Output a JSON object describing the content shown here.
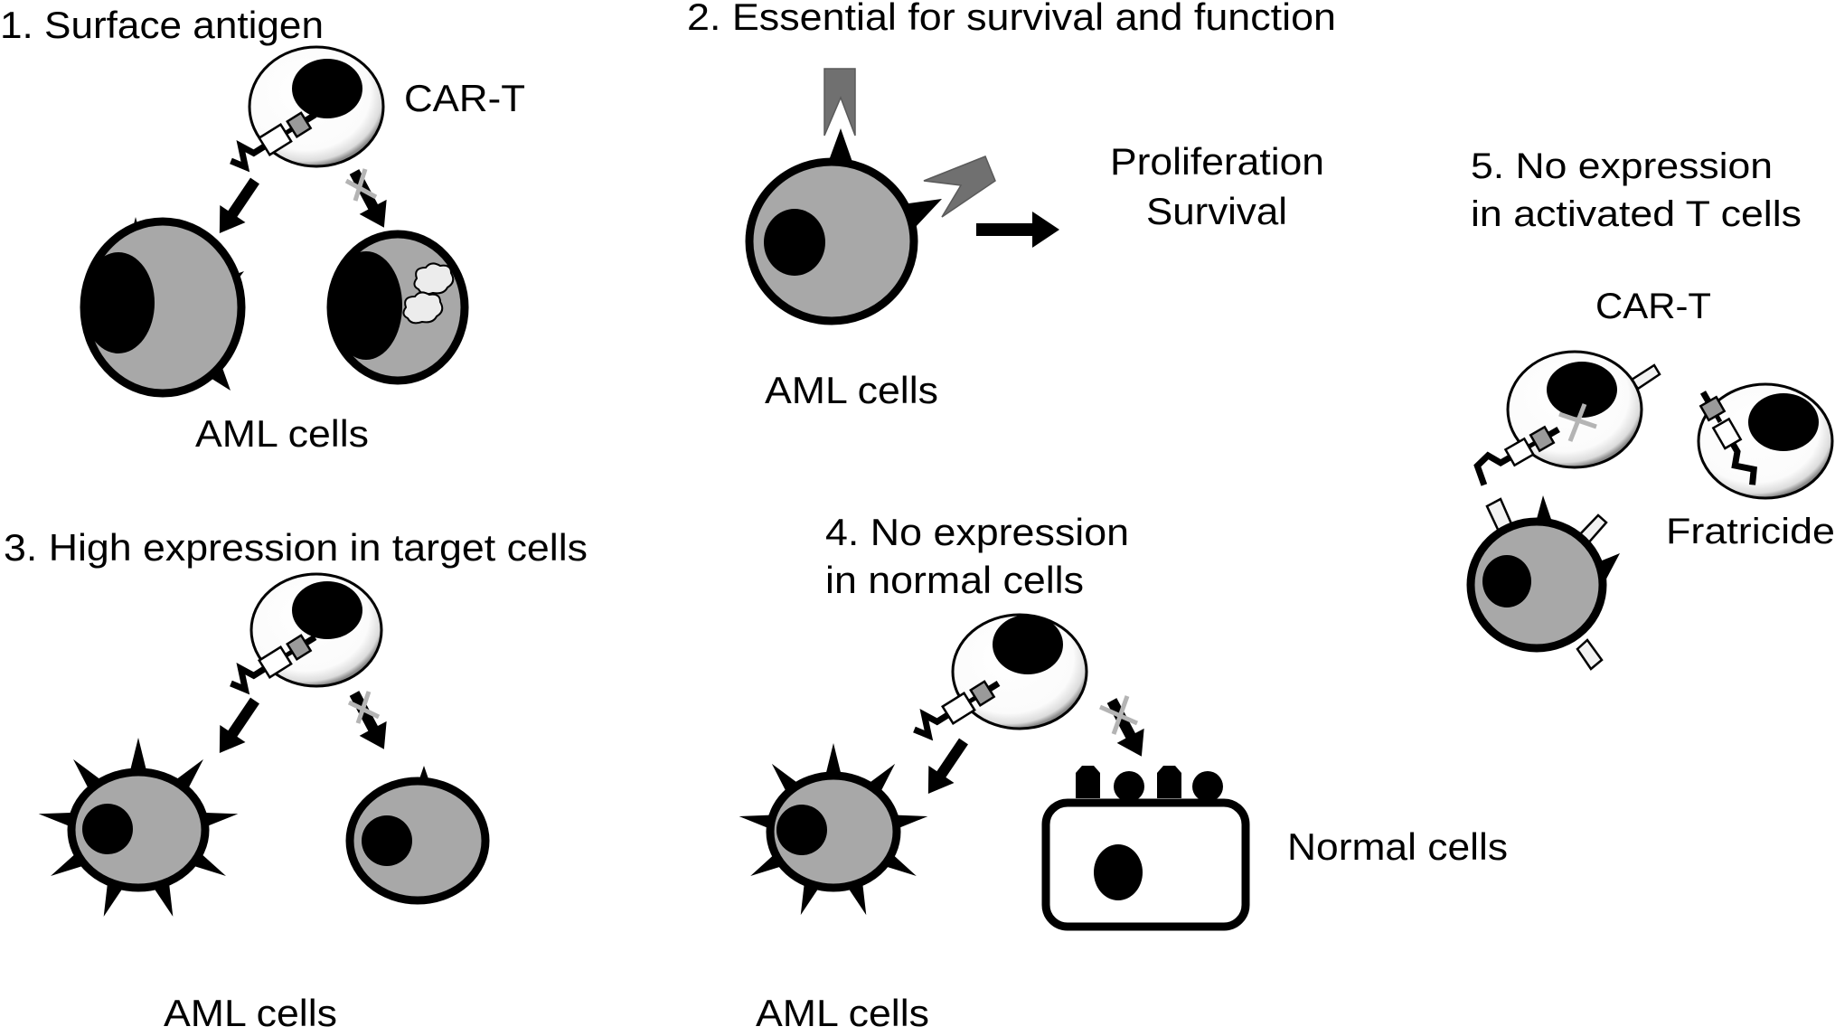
{
  "figure": {
    "panel1": {
      "title": "1. Surface antigen",
      "car_t_label": "CAR-T",
      "cells_label": "AML cells"
    },
    "panel2": {
      "title": "2. Essential for survival and function",
      "outcome_line1": "Proliferation",
      "outcome_line2": "Survival",
      "cells_label": "AML cells"
    },
    "panel3": {
      "title": "3. High expression in target cells",
      "cells_label": "AML cells"
    },
    "panel4": {
      "title_line1": "4. No expression",
      "title_line2": "in normal cells",
      "normal_label": "Normal cells",
      "cells_label": "AML cells"
    },
    "panel5": {
      "title_line1": "5. No expression",
      "title_line2": "in activated T cells",
      "car_t_label": "CAR-T",
      "outcome_label": "Fratricide"
    },
    "colors": {
      "aml_cell_fill": "#a8a8a8",
      "ligand_fill": "#707070",
      "blocked_x": "#b4b4b4",
      "car_costim_box": "#9a9a9a"
    }
  }
}
